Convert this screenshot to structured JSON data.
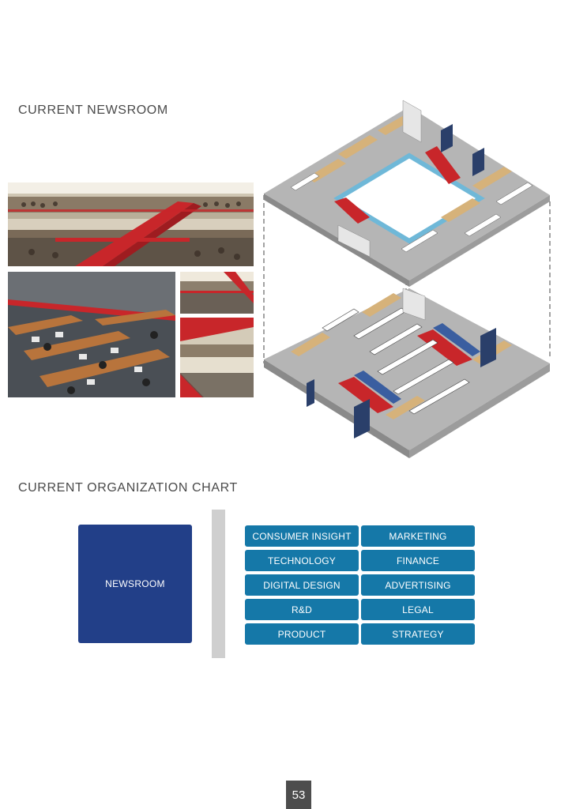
{
  "sections": {
    "newsroom_title": "CURRENT NEWSROOM",
    "org_title": "CURRENT ORGANIZATION CHART"
  },
  "org_chart": {
    "main": "NEWSROOM",
    "departments": [
      "CONSUMER INSIGHT",
      "MARKETING",
      "TECHNOLOGY",
      "FINANCE",
      "DIGITAL DESIGN",
      "ADVERTISING",
      "R&D",
      "LEGAL",
      "PRODUCT",
      "STRATEGY"
    ]
  },
  "colors": {
    "main_box": "#223f88",
    "department_box": "#1578a8",
    "divider": "#cfcfcf",
    "accent_red": "#c8262a"
  },
  "page_number": "53"
}
